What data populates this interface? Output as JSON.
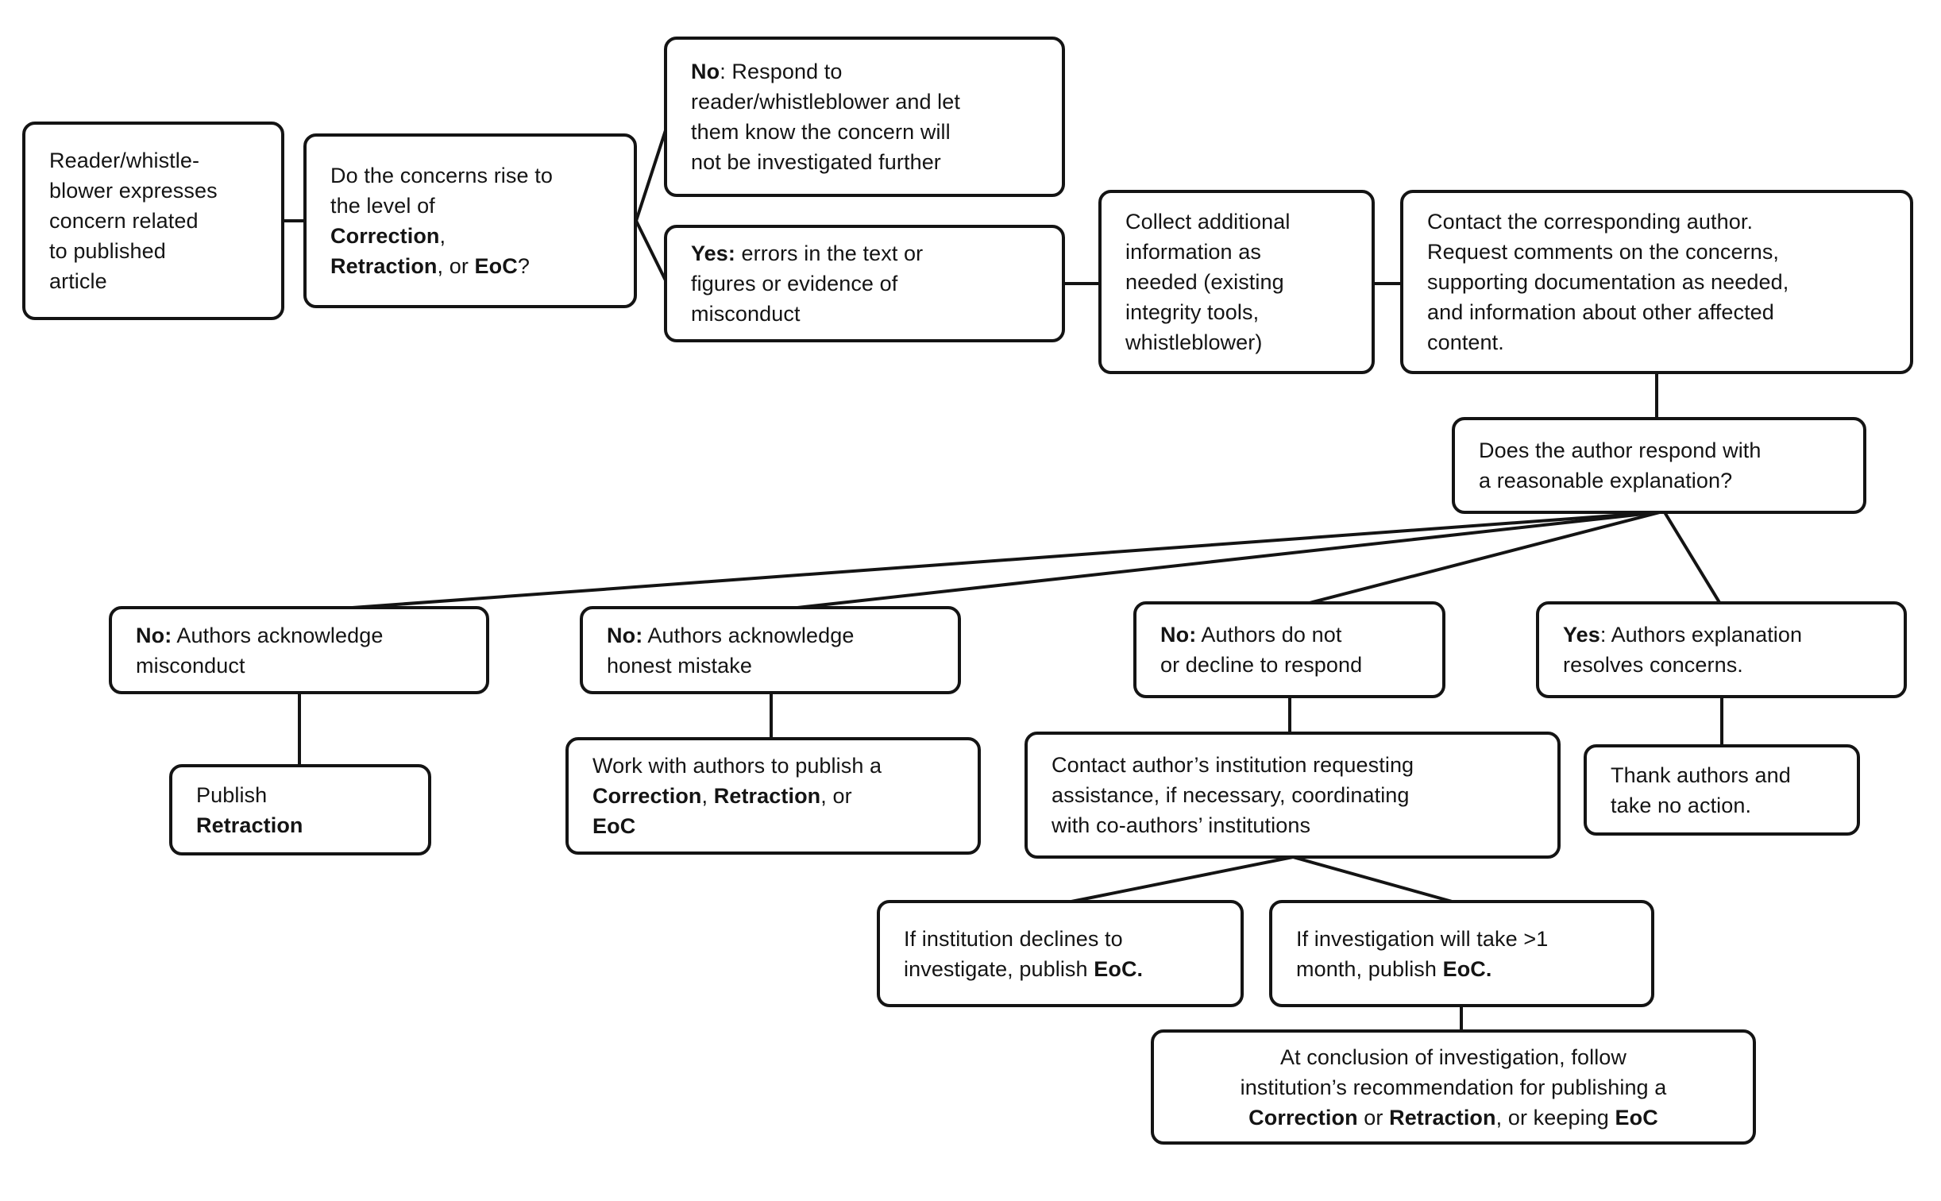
{
  "diagram": {
    "background_color": "#ffffff",
    "box_border_color": "#141414",
    "text_color": "#141414",
    "connector_color": "#141414"
  },
  "boxes": {
    "reader": {
      "segments": [
        "Reader/whistle-\nblower expresses\nconcern related\nto published\narticle"
      ]
    },
    "concerns": {
      "segments": [
        "Do the concerns rise to\nthe level of\n",
        "Correction",
        ",\n",
        "Retraction",
        ", or ",
        "EoC",
        "?"
      ]
    },
    "no_respond": {
      "segments": [
        "No",
        ": Respond to\nreader/whistleblower and let\nthem know the concern will\nnot be investigated further"
      ]
    },
    "yes_errors": {
      "segments": [
        "Yes:",
        " errors in the text or\nfigures or evidence of\nmisconduct"
      ]
    },
    "collect": {
      "segments": [
        "Collect additional\ninformation as\nneeded (existing\nintegrity tools,\nwhistleblower)"
      ]
    },
    "contact_author": {
      "segments": [
        "Contact the corresponding author.\nRequest comments on the concerns,\nsupporting documentation as needed,\nand information about other affected\ncontent."
      ]
    },
    "does_respond": {
      "segments": [
        "Does the author respond with\na reasonable explanation?"
      ]
    },
    "no_misconduct": {
      "segments": [
        "No:",
        " Authors acknowledge\nmisconduct"
      ]
    },
    "no_honest": {
      "segments": [
        "No:",
        " Authors acknowledge\nhonest mistake"
      ]
    },
    "no_decline": {
      "segments": [
        "No:",
        " Authors do not\nor decline to respond"
      ]
    },
    "yes_resolves": {
      "segments": [
        "Yes",
        ": Authors explanation\nresolves concerns."
      ]
    },
    "publish_retraction": {
      "segments": [
        "Publish\n",
        "Retraction"
      ]
    },
    "work_with": {
      "segments": [
        "Work with authors to publish a\n",
        "Correction",
        ", ",
        "Retraction",
        ", or\n",
        "EoC"
      ]
    },
    "contact_institution": {
      "segments": [
        "Contact author’s institution requesting\nassistance, if necessary, coordinating\nwith co-authors’ institutions"
      ]
    },
    "thank_authors": {
      "segments": [
        "Thank authors and\ntake no action."
      ]
    },
    "if_declines": {
      "segments": [
        "If institution declines to\ninvestigate, publish ",
        "EoC."
      ]
    },
    "if_investigation": {
      "segments": [
        "If investigation will take >1\nmonth, publish ",
        "EoC."
      ]
    },
    "at_conclusion": {
      "segments": [
        "At conclusion of investigation, follow\ninstitution’s recommendation for publishing a\n",
        "Correction",
        " or ",
        "Retraction",
        ", or keeping ",
        "EoC"
      ]
    }
  }
}
